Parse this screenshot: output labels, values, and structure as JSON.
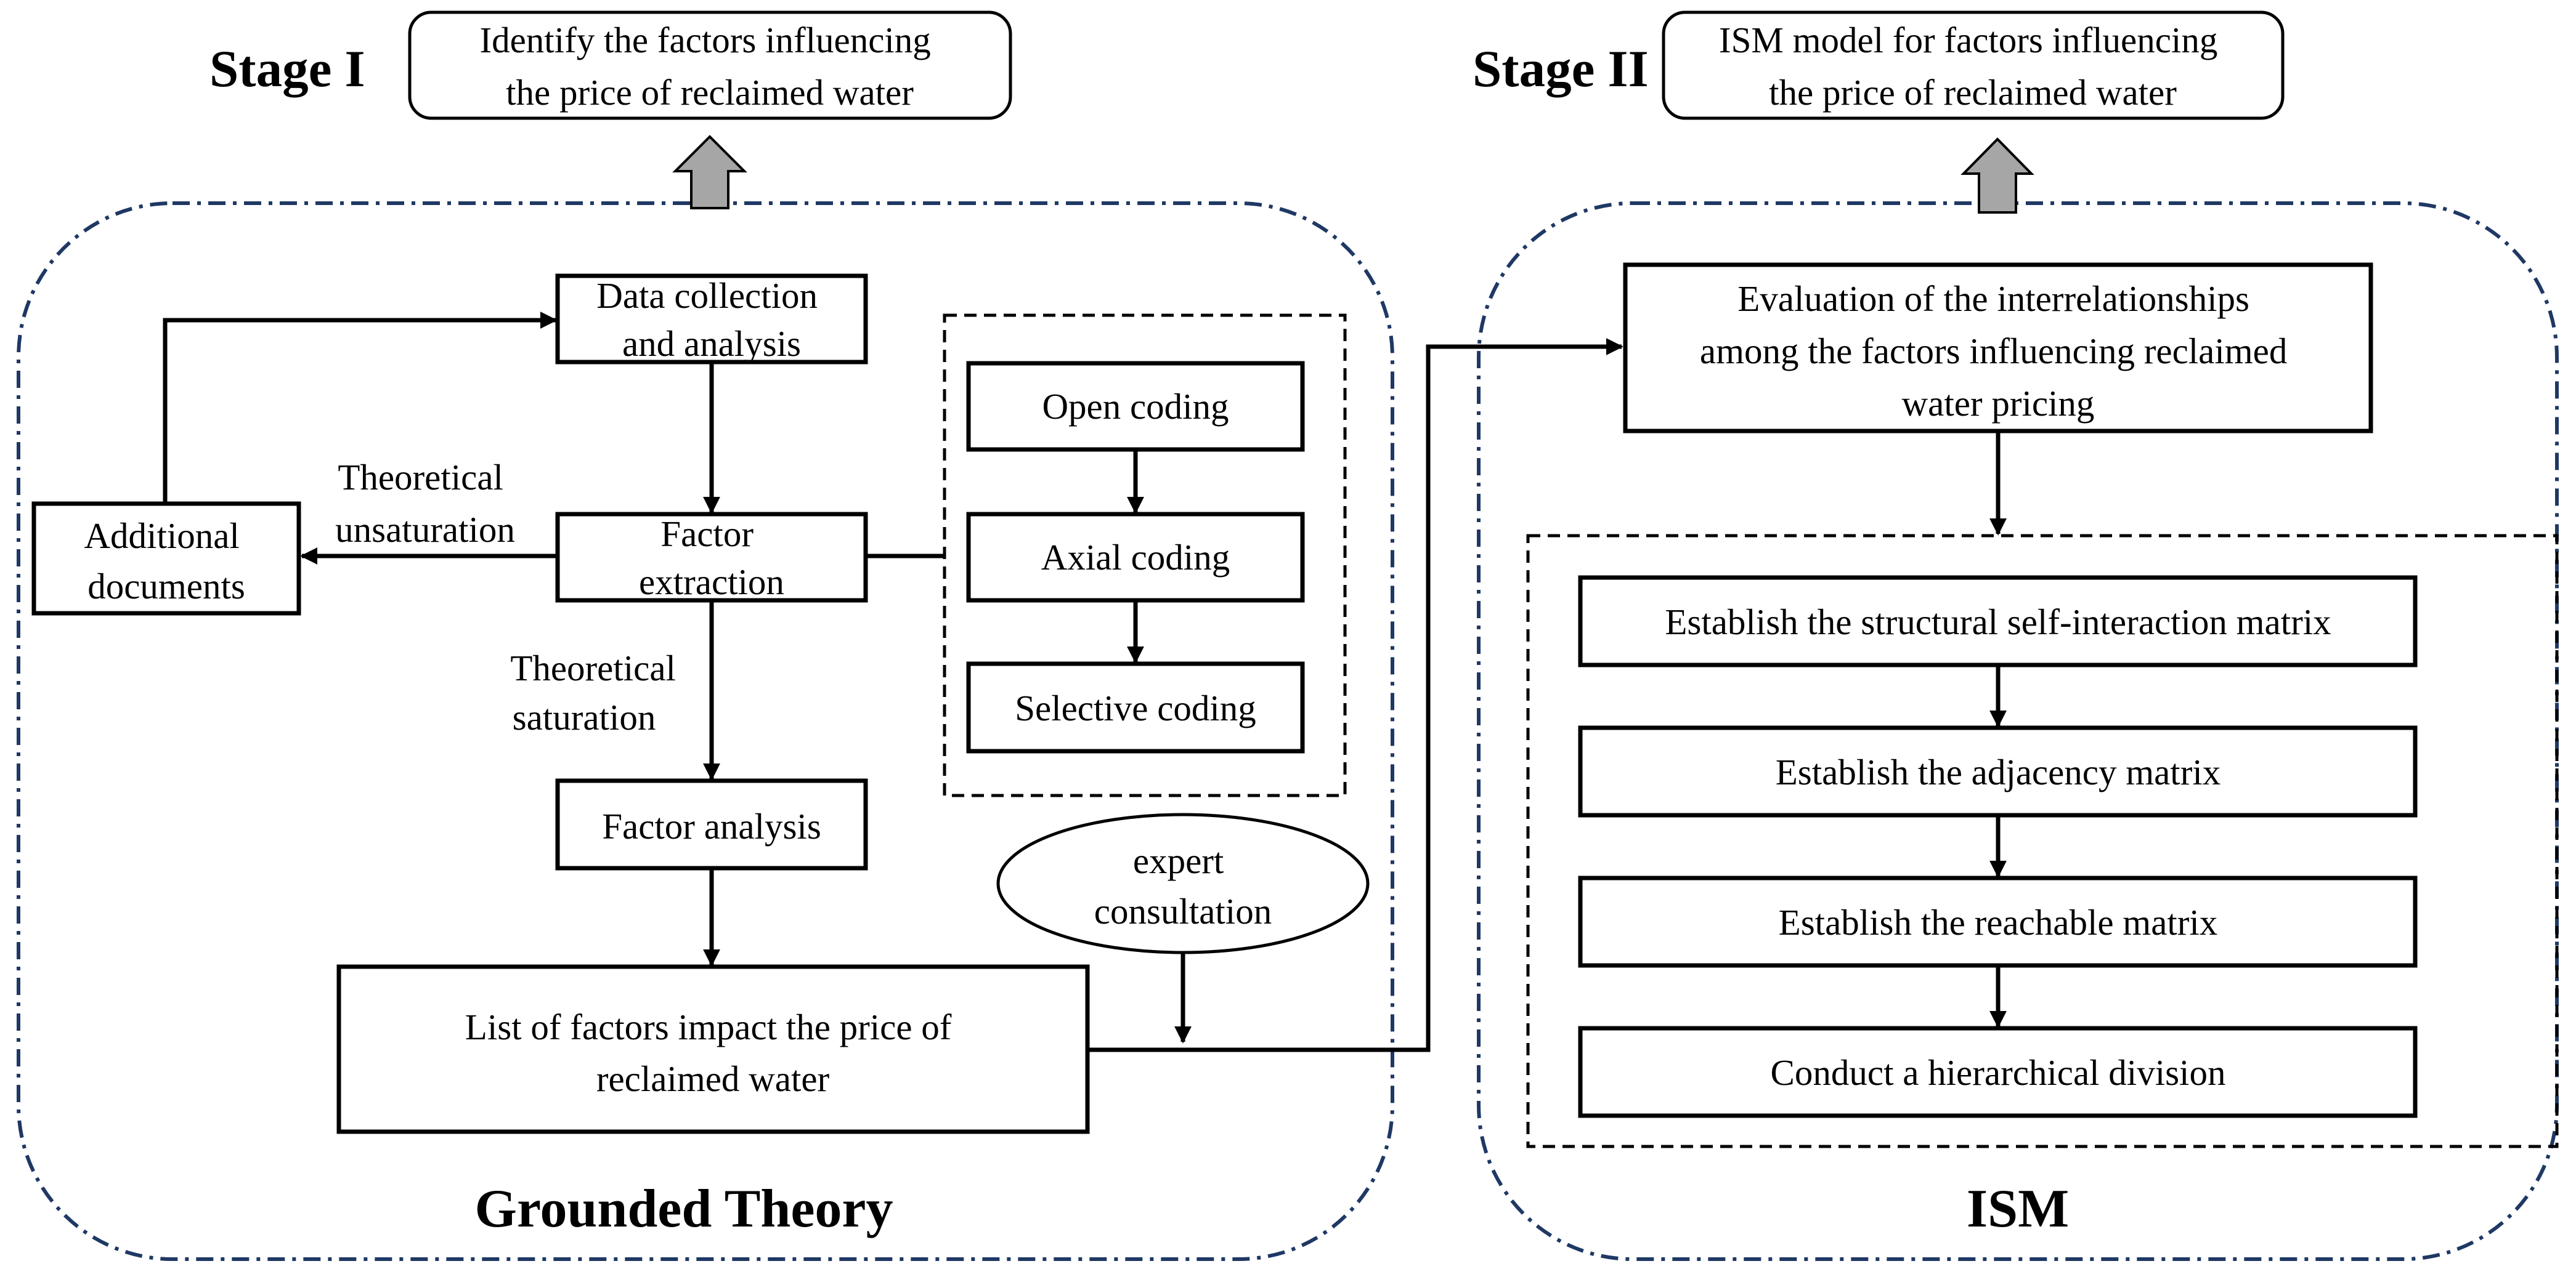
{
  "stage1": {
    "label": "Stage I",
    "goal": [
      "Identify the factors influencing",
      "the price of reclaimed water"
    ]
  },
  "stage2": {
    "label": "Stage II",
    "goal": [
      "ISM model for factors influencing",
      "the price of reclaimed water"
    ]
  },
  "grounded": {
    "title": "Grounded Theory",
    "data_collection": [
      "Data collection",
      "and analysis"
    ],
    "additional_documents": [
      "Additional",
      "documents"
    ],
    "factor_extraction": [
      "Factor",
      "extraction"
    ],
    "theoretical_unsaturation": [
      "Theoretical",
      "unsaturation"
    ],
    "theoretical_saturation": [
      "Theoretical",
      "saturation"
    ],
    "factor_analysis": "Factor analysis",
    "list_of_factors": [
      "List of factors  impact the price of",
      "reclaimed water"
    ],
    "coding": [
      "Open coding",
      "Axial coding",
      "Selective coding"
    ],
    "expert": [
      "expert",
      "consultation"
    ]
  },
  "ism": {
    "title": "ISM",
    "evaluation": [
      "Evaluation of the interrelationships",
      "among the factors influencing  reclaimed",
      "water pricing"
    ],
    "steps": [
      "Establish the structural  self-interaction matrix",
      "Establish the adjacency  matrix",
      "Establish the reachable  matrix",
      "Conduct a hierarchical  division"
    ]
  },
  "colors": {
    "region_border": "#1f3864",
    "up_arrow_fill": "#a6a6a6",
    "stroke": "#000000"
  }
}
